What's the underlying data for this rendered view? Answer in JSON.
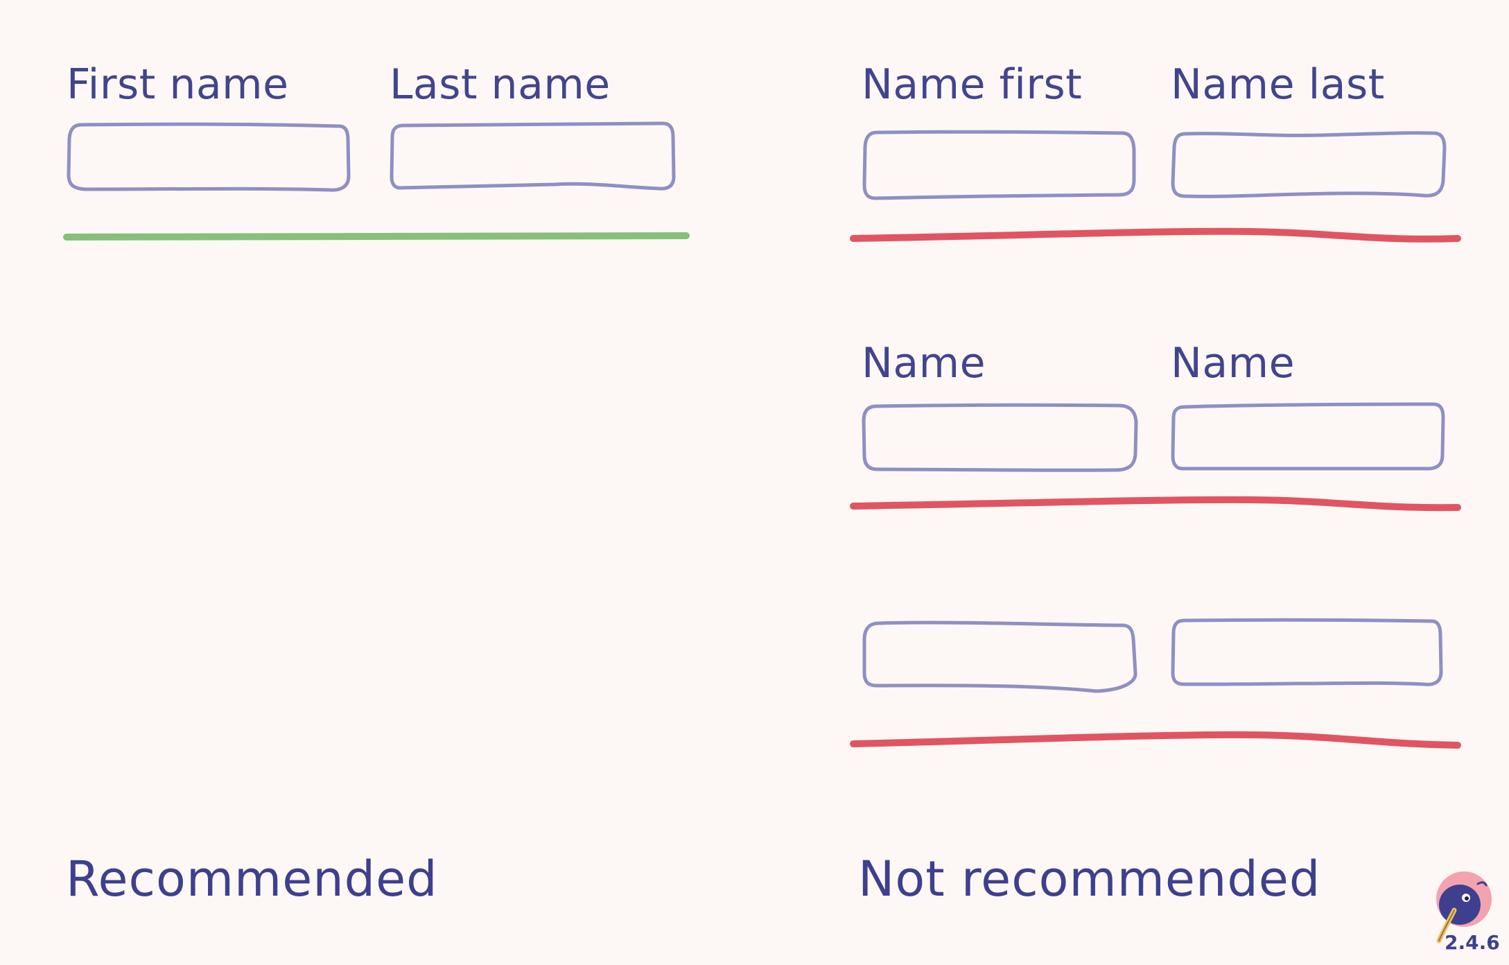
{
  "colors": {
    "background": "#fdf8f5",
    "text": "#43448f",
    "field_border": "#8e8fc4",
    "good_line": "#86c07a",
    "bad_line": "#e05561",
    "logo_pink": "#f3a3b0",
    "logo_navy": "#3e3f8f",
    "logo_beak": "#f5c44f"
  },
  "recommended": {
    "caption": "Recommended",
    "example": {
      "label_first": "First name",
      "label_last": "Last name"
    },
    "indicator": "good"
  },
  "not_recommended": {
    "caption": "Not recommended",
    "examples": [
      {
        "label_first": "Name first",
        "label_last": "Name last",
        "indicator": "bad"
      },
      {
        "label_first": "Name",
        "label_last": "Name",
        "indicator": "bad"
      },
      {
        "label_first": "",
        "label_last": "",
        "indicator": "bad"
      }
    ]
  },
  "logo": {
    "icon": "kiwi-bird-icon",
    "version": "2.4.6"
  }
}
